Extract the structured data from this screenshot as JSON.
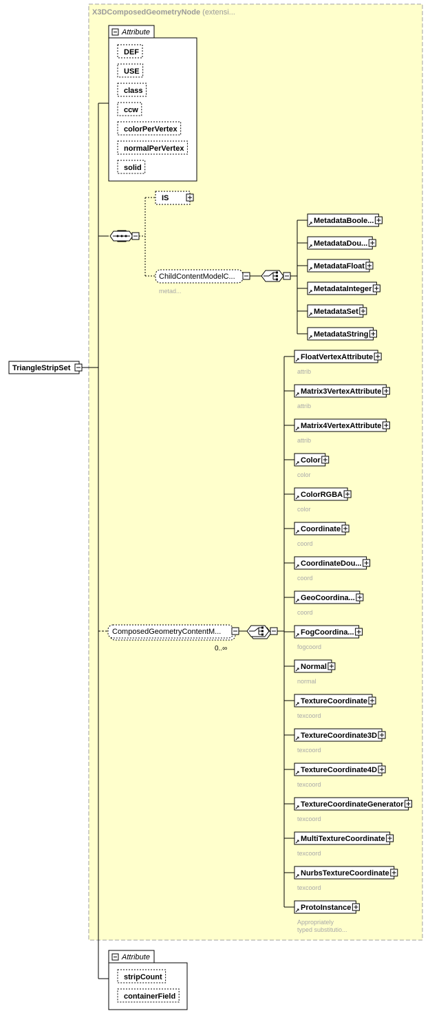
{
  "extension": {
    "title": "X3DComposedGeometryNode",
    "title_suffix": " (extensi..."
  },
  "root": {
    "name": "TriangleStripSet"
  },
  "attribute_group_top": {
    "header": "Attribute",
    "items": [
      "DEF",
      "USE",
      "class",
      "ccw",
      "colorPerVertex",
      "normalPerVertex",
      "solid"
    ]
  },
  "is_element": {
    "name": "IS"
  },
  "child_content_group": {
    "name": "ChildContentModelC...",
    "subtitle": "metad..."
  },
  "metadata_choices": [
    "MetadataBoole...",
    "MetadataDou...",
    "MetadataFloat",
    "MetadataInteger",
    "MetadataSet",
    "MetadataString"
  ],
  "composed_group": {
    "name": "ComposedGeometryContentM...",
    "occurrence": "0..∞"
  },
  "composed_choices": [
    {
      "name": "FloatVertexAttribute",
      "sub": "attrib"
    },
    {
      "name": "Matrix3VertexAttribute",
      "sub": "attrib"
    },
    {
      "name": "Matrix4VertexAttribute",
      "sub": "attrib"
    },
    {
      "name": "Color",
      "sub": "color"
    },
    {
      "name": "ColorRGBA",
      "sub": "color"
    },
    {
      "name": "Coordinate",
      "sub": "coord"
    },
    {
      "name": "CoordinateDou...",
      "sub": "coord"
    },
    {
      "name": "GeoCoordina...",
      "sub": "coord"
    },
    {
      "name": "FogCoordina...",
      "sub": "fogcoord"
    },
    {
      "name": "Normal",
      "sub": "normal"
    },
    {
      "name": "TextureCoordinate",
      "sub": "texcoord"
    },
    {
      "name": "TextureCoordinate3D",
      "sub": "texcoord"
    },
    {
      "name": "TextureCoordinate4D",
      "sub": "texcoord"
    },
    {
      "name": "TextureCoordinateGenerator",
      "sub": "texcoord"
    },
    {
      "name": "MultiTextureCoordinate",
      "sub": "texcoord"
    },
    {
      "name": "NurbsTextureCoordinate",
      "sub": "texcoord"
    },
    {
      "name": "ProtoInstance",
      "sub": "Appropriately",
      "sub2": "typed substitutio..."
    }
  ],
  "attribute_group_bottom": {
    "header": "Attribute",
    "items": [
      "stripCount",
      "containerField"
    ]
  },
  "colors": {
    "extension_fill": "#ffffcc",
    "extension_border": "#a0a0a0",
    "subtitle_text": "#a8a8a8"
  }
}
